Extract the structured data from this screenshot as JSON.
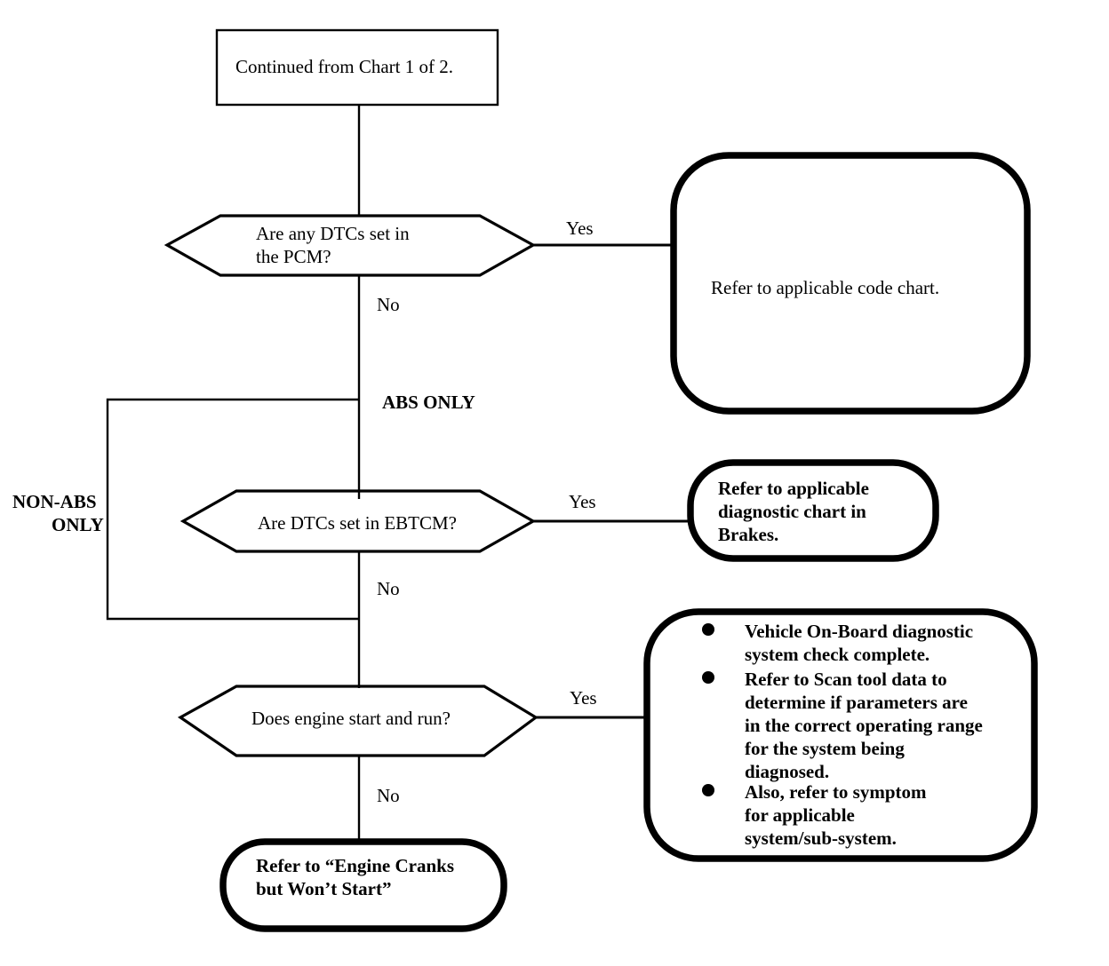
{
  "diagram": {
    "title_node": {
      "id": "continued-from-chart",
      "text": "Continued from Chart 1 of 2.",
      "shape": "rectangle"
    },
    "decisions": [
      {
        "id": "dtc-pcm",
        "shape": "hexagon",
        "lines": [
          "Are any DTCs set in",
          "the PCM?"
        ],
        "yes_label": "Yes",
        "no_label": "No"
      },
      {
        "id": "dtc-ebtcm",
        "shape": "hexagon",
        "lines": [
          "Are DTCs set in EBTCM?"
        ],
        "yes_label": "Yes",
        "no_label": "No"
      },
      {
        "id": "engine-start",
        "shape": "hexagon",
        "lines": [
          "Does engine start and run?"
        ],
        "yes_label": "Yes",
        "no_label": "No"
      }
    ],
    "outcomes": [
      {
        "id": "code-chart",
        "shape": "rounded-thick",
        "bold": false,
        "lines": [
          "Refer to applicable code chart."
        ]
      },
      {
        "id": "brakes-chart",
        "shape": "rounded-thick",
        "bold": true,
        "lines": [
          "Refer to applicable",
          "diagnostic chart in",
          "Brakes."
        ]
      },
      {
        "id": "system-check-complete",
        "shape": "rounded-thick",
        "bold": true,
        "bullets": [
          [
            "Vehicle On-Board diagnostic",
            "system check complete."
          ],
          [
            "Refer to Scan tool data to",
            "determine if parameters are",
            "in the correct operating range",
            "for the system being",
            "diagnosed."
          ],
          [
            "Also, refer to symptom",
            "for applicable",
            "system/sub-system."
          ]
        ]
      },
      {
        "id": "engine-cranks",
        "shape": "rounded-thick",
        "bold": true,
        "lines": [
          "Refer to “Engine Cranks",
          "but Won’t Start”"
        ]
      }
    ],
    "branch_labels": {
      "abs_only": "ABS ONLY",
      "non_abs_only_line1": "NON-ABS",
      "non_abs_only_line2": "ONLY"
    },
    "colors": {
      "stroke": "#000000",
      "background": "#ffffff",
      "text": "#000000"
    }
  }
}
